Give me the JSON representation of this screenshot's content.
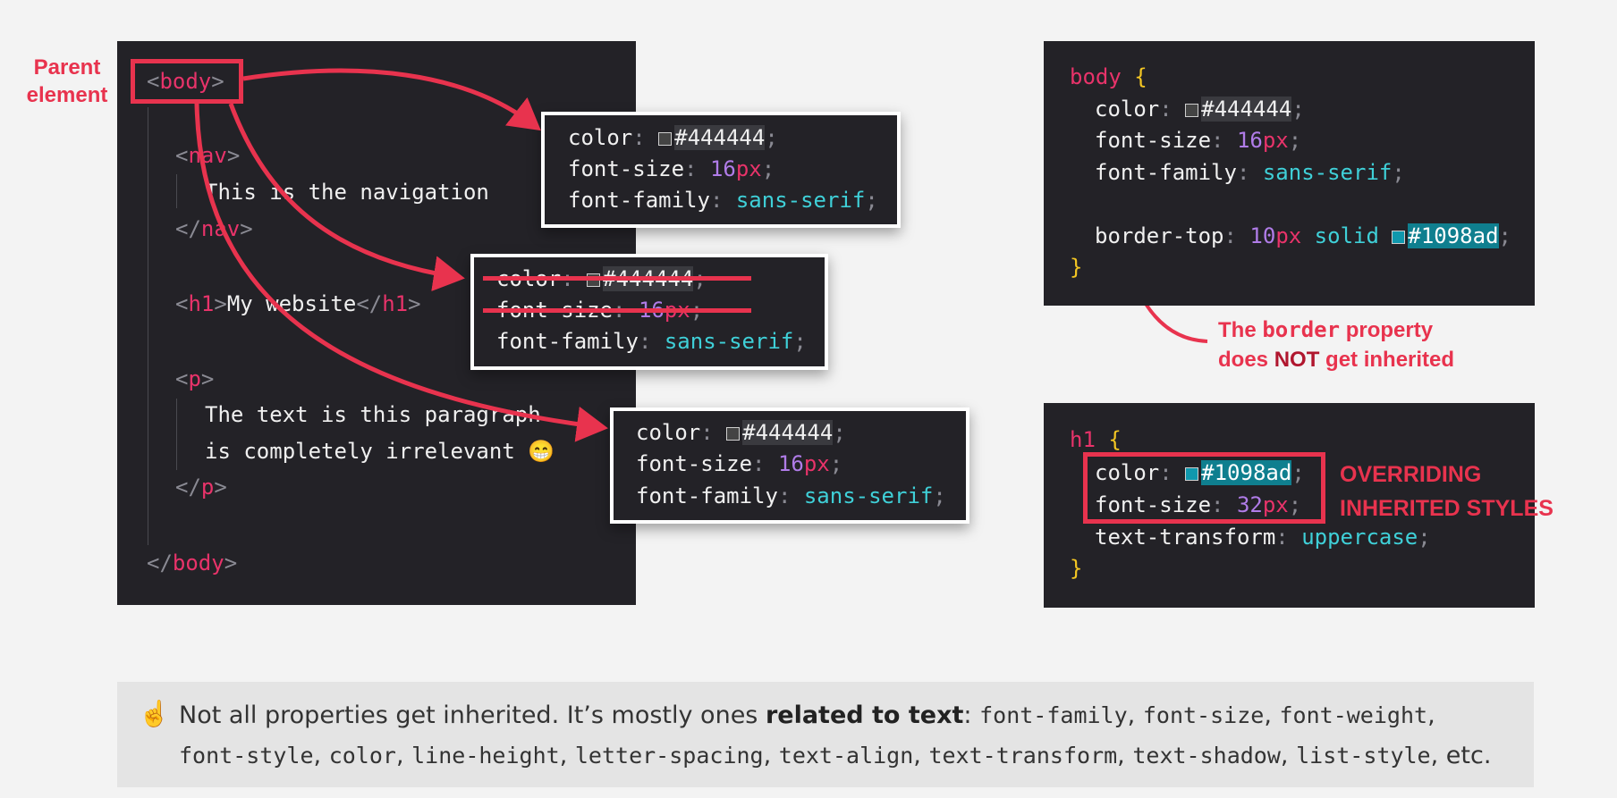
{
  "labels": {
    "parent_element": "Parent\nelement",
    "border_note_1": "The",
    "border_note_code": "border",
    "border_note_2": "property",
    "border_note_3": "does",
    "border_note_not": "NOT",
    "border_note_4": "get inherited",
    "overriding": "OVERRIDING\nINHERITED STYLES"
  },
  "html_code": {
    "body_open": "body",
    "nav_open": "nav",
    "nav_text": "This is the navigation",
    "nav_close": "nav",
    "h1_tag": "h1",
    "h1_text": "My website",
    "p_open": "p",
    "p_text_1": "The text is this paragraph",
    "p_text_2": "is completely irrelevant",
    "p_emoji": "😁",
    "p_close": "p",
    "body_close": "body"
  },
  "inherited_cards": {
    "color_prop": "color",
    "color_value": "#444444",
    "size_prop": "font-size",
    "size_num": "16",
    "size_unit": "px",
    "family_prop": "font-family",
    "family_value": "sans-serif"
  },
  "body_css": {
    "selector": "body",
    "color_prop": "color",
    "color_value": "#444444",
    "size_prop": "font-size",
    "size_num": "16",
    "size_unit": "px",
    "family_prop": "font-family",
    "family_value": "sans-serif",
    "border_prop": "border-top",
    "border_num": "10",
    "border_unit": "px",
    "border_style": "solid",
    "border_color": "#1098ad"
  },
  "h1_css": {
    "selector": "h1",
    "color_prop": "color",
    "color_value": "#1098ad",
    "size_prop": "font-size",
    "size_num": "32",
    "size_unit": "px",
    "transform_prop": "text-transform",
    "transform_value": "uppercase"
  },
  "tip": {
    "icon": "☝️",
    "text_1": "Not all properties get inherited. It’s mostly ones ",
    "text_bold": "related to text",
    "text_2": ": ",
    "props": [
      "font-family",
      "font-size",
      "font-weight",
      "font-style",
      "color",
      "line-height",
      "letter-spacing",
      "text-align",
      "text-transform",
      "text-shadow",
      "list-style"
    ],
    "text_end": ", etc."
  },
  "colors": {
    "accent_red": "#e8334e",
    "teal": "#1098ad",
    "panel": "#232227"
  }
}
